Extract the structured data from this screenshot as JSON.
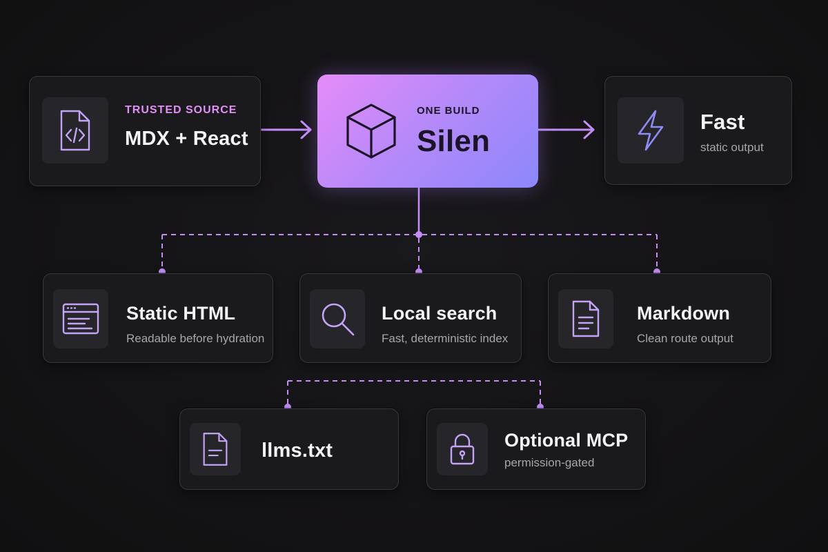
{
  "source": {
    "eyebrow": "TRUSTED SOURCE",
    "title": "MDX + React",
    "icon": "code-file-icon"
  },
  "build": {
    "eyebrow": "ONE BUILD",
    "title": "Silen",
    "icon": "cube-icon"
  },
  "result": {
    "title": "Fast",
    "subtitle": "static output",
    "icon": "lightning-icon"
  },
  "outputs": [
    {
      "title": "Static HTML",
      "subtitle": "Readable before hydration",
      "icon": "browser-window-icon"
    },
    {
      "title": "Local search",
      "subtitle": "Fast, deterministic index",
      "icon": "search-icon"
    },
    {
      "title": "Markdown",
      "subtitle": "Clean route output",
      "icon": "document-icon"
    },
    {
      "title": "llms.txt",
      "subtitle": "",
      "icon": "document-icon"
    },
    {
      "title": "Optional MCP",
      "subtitle": "permission-gated",
      "icon": "lock-icon"
    }
  ],
  "colors": {
    "background": "#141315",
    "card": "#1a191c",
    "card_border": "#3a3940",
    "accent_pink": "#e58cf8",
    "accent_violet": "#b48af8",
    "accent_blue": "#8b88fb",
    "connector": "#c58df7",
    "icon_stroke": "#c3a4f5",
    "eyebrow_pink": "#e190f7",
    "hero_text": "#1b1426"
  }
}
